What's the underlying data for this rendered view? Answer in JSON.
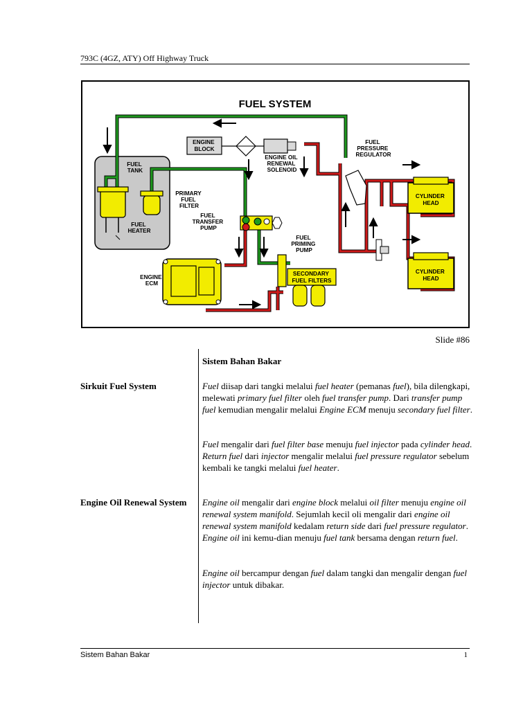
{
  "header": {
    "title": "793C (4GZ, ATY) Off Highway Truck"
  },
  "figure": {
    "title": "FUEL SYSTEM",
    "labels": {
      "engine_block": [
        "ENGINE",
        "BLOCK"
      ],
      "oil_renewal": [
        "ENGINE OIL",
        "RENEWAL",
        "SOLENOID"
      ],
      "regulator": [
        "FUEL",
        "PRESSURE",
        "REGULATOR"
      ],
      "fuel_tank": [
        "FUEL",
        "TANK"
      ],
      "primary_filter": [
        "PRIMARY",
        "FUEL",
        "FILTER"
      ],
      "transfer_pump": [
        "FUEL",
        "TRANSFER",
        "PUMP"
      ],
      "fuel_heater": [
        "FUEL",
        "HEATER"
      ],
      "priming_pump": [
        "FUEL",
        "PRIMING",
        "PUMP"
      ],
      "engine_ecm": [
        "ENGINE",
        "ECM"
      ],
      "secondary_filters": [
        "SECONDARY",
        "FUEL FILTERS"
      ],
      "cylinder_head_1": [
        "CYLINDER",
        "HEAD"
      ],
      "cylinder_head_2": [
        "CYLINDER",
        "HEAD"
      ]
    }
  },
  "slide_number": "Slide #86",
  "section_title": "Sistem Bahan Bakar",
  "sections": [
    {
      "heading": "Sirkuit Fuel System",
      "paragraphs": [
        [
          {
            "t": "Fuel",
            "i": true
          },
          {
            "t": " diisap dari tangki melalui "
          },
          {
            "t": "fuel heater",
            "i": true
          },
          {
            "t": " (pemanas "
          },
          {
            "t": "fuel",
            "i": true
          },
          {
            "t": "), bila dilengkapi, melewati "
          },
          {
            "t": "primary fuel filter",
            "i": true
          },
          {
            "t": " oleh "
          },
          {
            "t": "fuel transfer pump",
            "i": true
          },
          {
            "t": ". Dari "
          },
          {
            "t": "transfer pump fuel",
            "i": true
          },
          {
            "t": " kemudian mengalir melalui "
          },
          {
            "t": "Engine ECM",
            "i": true
          },
          {
            "t": " menuju "
          },
          {
            "t": "secondary fuel filter",
            "i": true
          },
          {
            "t": "."
          }
        ],
        [
          {
            "t": "Fuel",
            "i": true
          },
          {
            "t": " mengalir dari "
          },
          {
            "t": "fuel filter base",
            "i": true
          },
          {
            "t": " menuju "
          },
          {
            "t": "fuel injector",
            "i": true
          },
          {
            "t": " pada "
          },
          {
            "t": "cylinder head",
            "i": true
          },
          {
            "t": ". "
          },
          {
            "t": "Return fuel",
            "i": true
          },
          {
            "t": " dari "
          },
          {
            "t": "injector",
            "i": true
          },
          {
            "t": " mengalir melalui "
          },
          {
            "t": "fuel pressure regulator",
            "i": true
          },
          {
            "t": " sebelum kembali ke tangki melalui "
          },
          {
            "t": "fuel heater",
            "i": true
          },
          {
            "t": "."
          }
        ]
      ]
    },
    {
      "heading": "Engine Oil Renewal System",
      "paragraphs": [
        [
          {
            "t": "Engine oil",
            "i": true
          },
          {
            "t": " mengalir dari "
          },
          {
            "t": "engine block",
            "i": true
          },
          {
            "t": " melalui "
          },
          {
            "t": "oil filter",
            "i": true
          },
          {
            "t": " menuju "
          },
          {
            "t": "engine oil renewal system manifold",
            "i": true
          },
          {
            "t": ". Sejumlah kecil oli mengalir dari "
          },
          {
            "t": "engine oil renewal system manifold",
            "i": true
          },
          {
            "t": " kedalam "
          },
          {
            "t": "return side",
            "i": true
          },
          {
            "t": " dari "
          },
          {
            "t": "fuel pressure regulator",
            "i": true
          },
          {
            "t": ". "
          },
          {
            "t": "Engine oil",
            "i": true
          },
          {
            "t": " ini kemu-dian menuju "
          },
          {
            "t": "fuel tank",
            "i": true
          },
          {
            "t": " bersama dengan "
          },
          {
            "t": "return fuel",
            "i": true
          },
          {
            "t": "."
          }
        ],
        [
          {
            "t": "Engine oil",
            "i": true
          },
          {
            "t": " bercampur dengan "
          },
          {
            "t": "fuel",
            "i": true
          },
          {
            "t": " dalam tangki dan mengalir dengan "
          },
          {
            "t": "fuel injector",
            "i": true
          },
          {
            "t": " untuk dibakar."
          }
        ]
      ]
    }
  ],
  "footer": {
    "left": "Sistem Bahan Bakar",
    "page": "1"
  },
  "colors": {
    "fuel_line": "#d01a1a",
    "return_line": "#1e9a1e",
    "component": "#f2ec00",
    "tank": "#c9c9c9"
  }
}
